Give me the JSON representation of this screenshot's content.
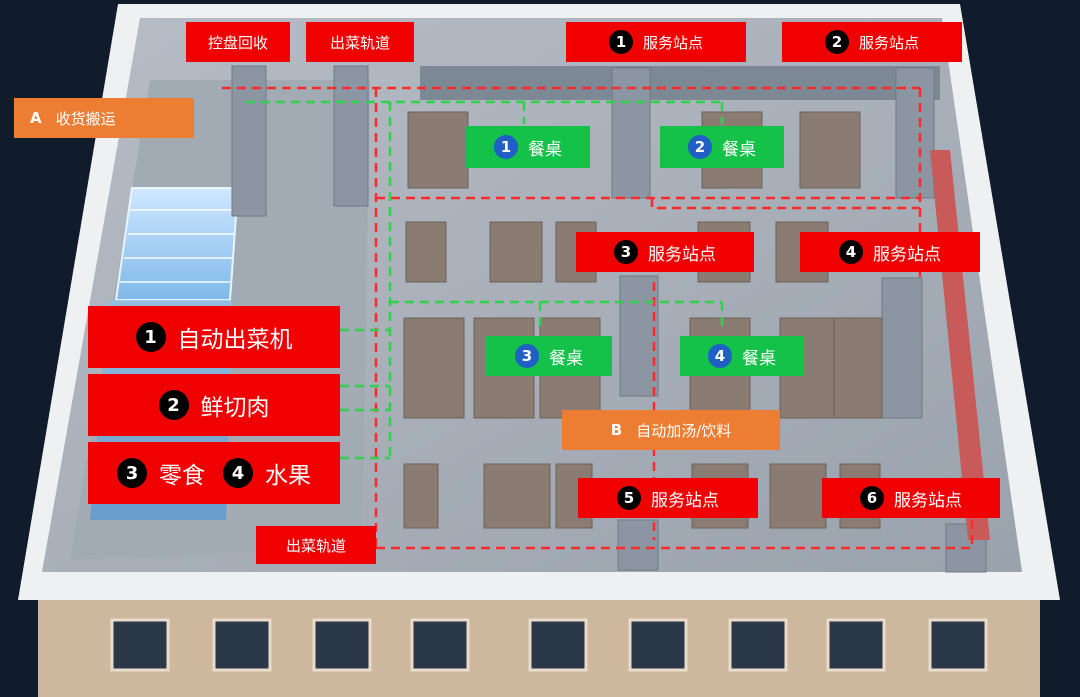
{
  "labels": {
    "plate_return": "控盘回收",
    "track_top": "出菜轨道",
    "track_bottom": "出菜轨道",
    "receiving": {
      "letter": "A",
      "text": "收货搬运"
    },
    "auto_soup": {
      "letter": "B",
      "text": "自动加汤/饮料"
    }
  },
  "service_stations": [
    {
      "num": "1",
      "text": "服务站点"
    },
    {
      "num": "2",
      "text": "服务站点"
    },
    {
      "num": "3",
      "text": "服务站点"
    },
    {
      "num": "4",
      "text": "服务站点"
    },
    {
      "num": "5",
      "text": "服务站点"
    },
    {
      "num": "6",
      "text": "服务站点"
    }
  ],
  "dining_tables": [
    {
      "num": "1",
      "text": "餐桌"
    },
    {
      "num": "2",
      "text": "餐桌"
    },
    {
      "num": "3",
      "text": "餐桌"
    },
    {
      "num": "4",
      "text": "餐桌"
    }
  ],
  "kitchen": {
    "dispenser": {
      "num": "1",
      "text": "自动出菜机"
    },
    "fresh_meat": {
      "num": "2",
      "text": "鲜切肉"
    },
    "snacks": {
      "num": "3",
      "text": "零食"
    },
    "fruit": {
      "num": "4",
      "text": "水果"
    }
  },
  "colors": {
    "red": "#f00000",
    "green": "#14c24a",
    "orange": "#ee7d34",
    "route_red": "#ff2a2a",
    "route_green": "#2fd24a"
  }
}
